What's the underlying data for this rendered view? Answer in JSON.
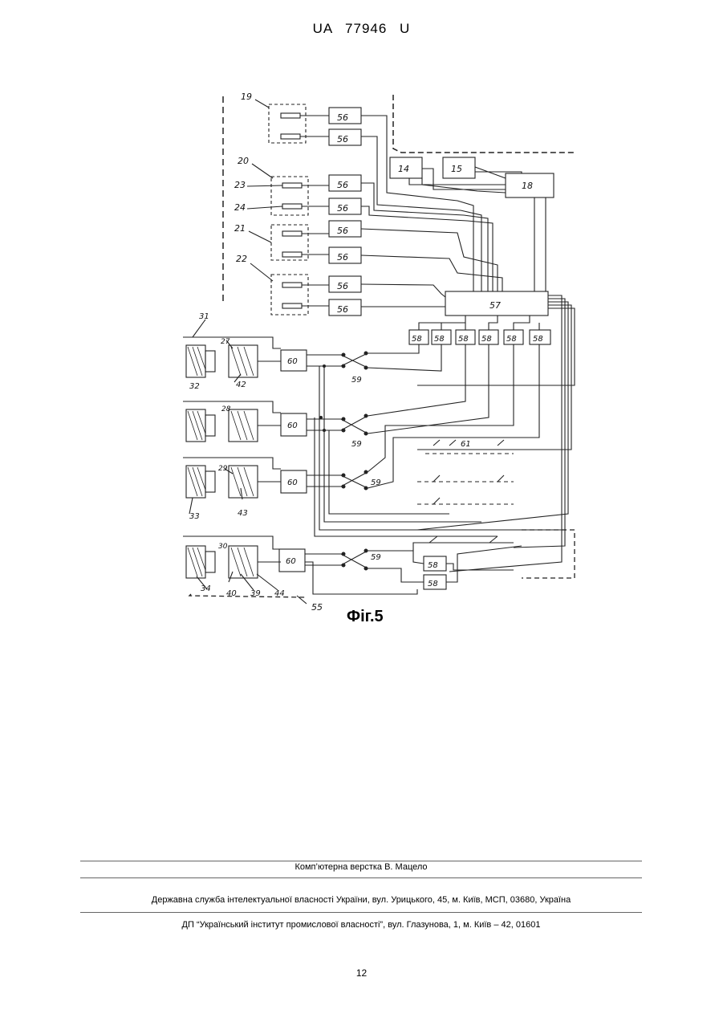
{
  "document": {
    "header": "UA 77946 U",
    "figure": {
      "caption": "Фіг.5",
      "labels": {
        "block_56": "56",
        "block_57": "57",
        "block_58": "58",
        "block_60": "60",
        "block_14": "14",
        "block_15": "15",
        "block_18": "18",
        "ref_19": "19",
        "ref_20": "20",
        "ref_21": "21",
        "ref_22": "22",
        "ref_23": "23",
        "ref_24": "24",
        "ref_27": "27",
        "ref_28": "28",
        "ref_29": "29",
        "ref_30": "30",
        "ref_31": "31",
        "ref_32": "32",
        "ref_33": "33",
        "ref_34": "34",
        "ref_39": "39",
        "ref_40": "40",
        "ref_42": "42",
        "ref_43": "43",
        "ref_44": "44",
        "ref_55": "55",
        "ref_59": "59",
        "ref_61": "61"
      }
    },
    "footer": {
      "layout": "Комп’ютерна верстка В. Мацело",
      "office": "Державна служба інтелектуальної власності України, вул. Урицького, 45, м. Київ, МСП, 03680, Україна",
      "institute": "ДП “Український інститут промислової власності”, вул. Глазунова, 1, м. Київ – 42, 01601"
    },
    "page_number": "12"
  }
}
